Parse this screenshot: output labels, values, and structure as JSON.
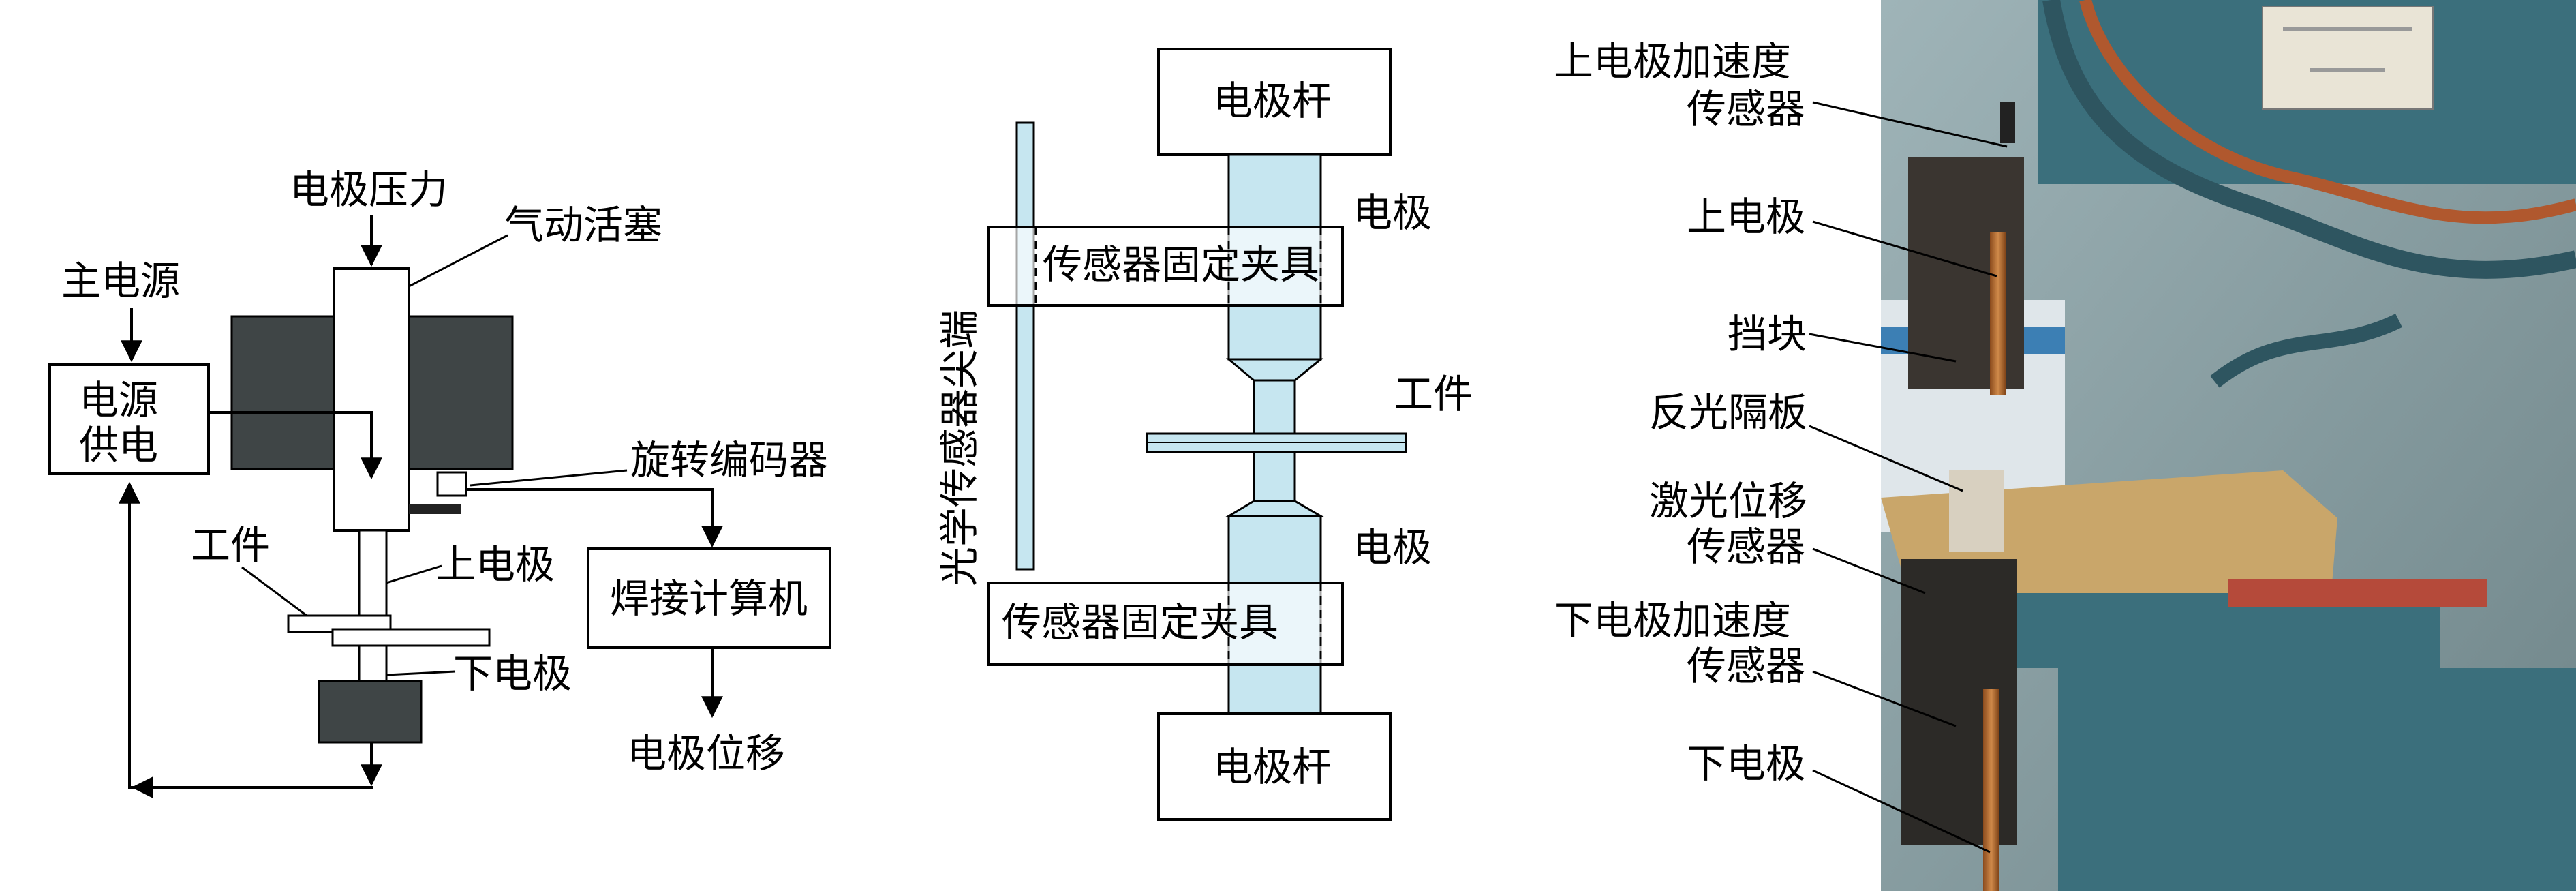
{
  "left_diagram": {
    "main_power": "主电源",
    "power_supply_line1": "电源",
    "power_supply_line2": "供电",
    "electrode_pressure": "电极压力",
    "pneumatic_piston": "气动活塞",
    "rotary_encoder": "旋转编码器",
    "workpiece": "工件",
    "upper_electrode": "上电极",
    "lower_electrode": "下电极",
    "welding_computer": "焊接计算机",
    "electrode_displacement": "电极位移"
  },
  "middle_diagram": {
    "electrode_rod_top": "电极杆",
    "electrode_rod_bottom": "电极杆",
    "electrode_upper": "电极",
    "electrode_lower": "电极",
    "fixture_upper": "传感器固定夹具",
    "fixture_lower": "传感器固定夹具",
    "workpiece": "工件",
    "optical_sensor_tip": "光学传感器尖端"
  },
  "photo_labels": {
    "upper_accel_line1": "上电极加速度",
    "upper_accel_line2": "传感器",
    "upper_electrode": "上电极",
    "stopper": "挡块",
    "reflector": "反光隔板",
    "laser_line1": "激光位移",
    "laser_line2": "传感器",
    "lower_accel_line1": "下电极加速度",
    "lower_accel_line2": "传感器",
    "lower_electrode": "下电极"
  },
  "colors": {
    "light_blue": "#c6e6f0",
    "dark_block": "#3f4546",
    "machine_teal": "#3b6f7c",
    "bakelite": "#c9a66a"
  }
}
